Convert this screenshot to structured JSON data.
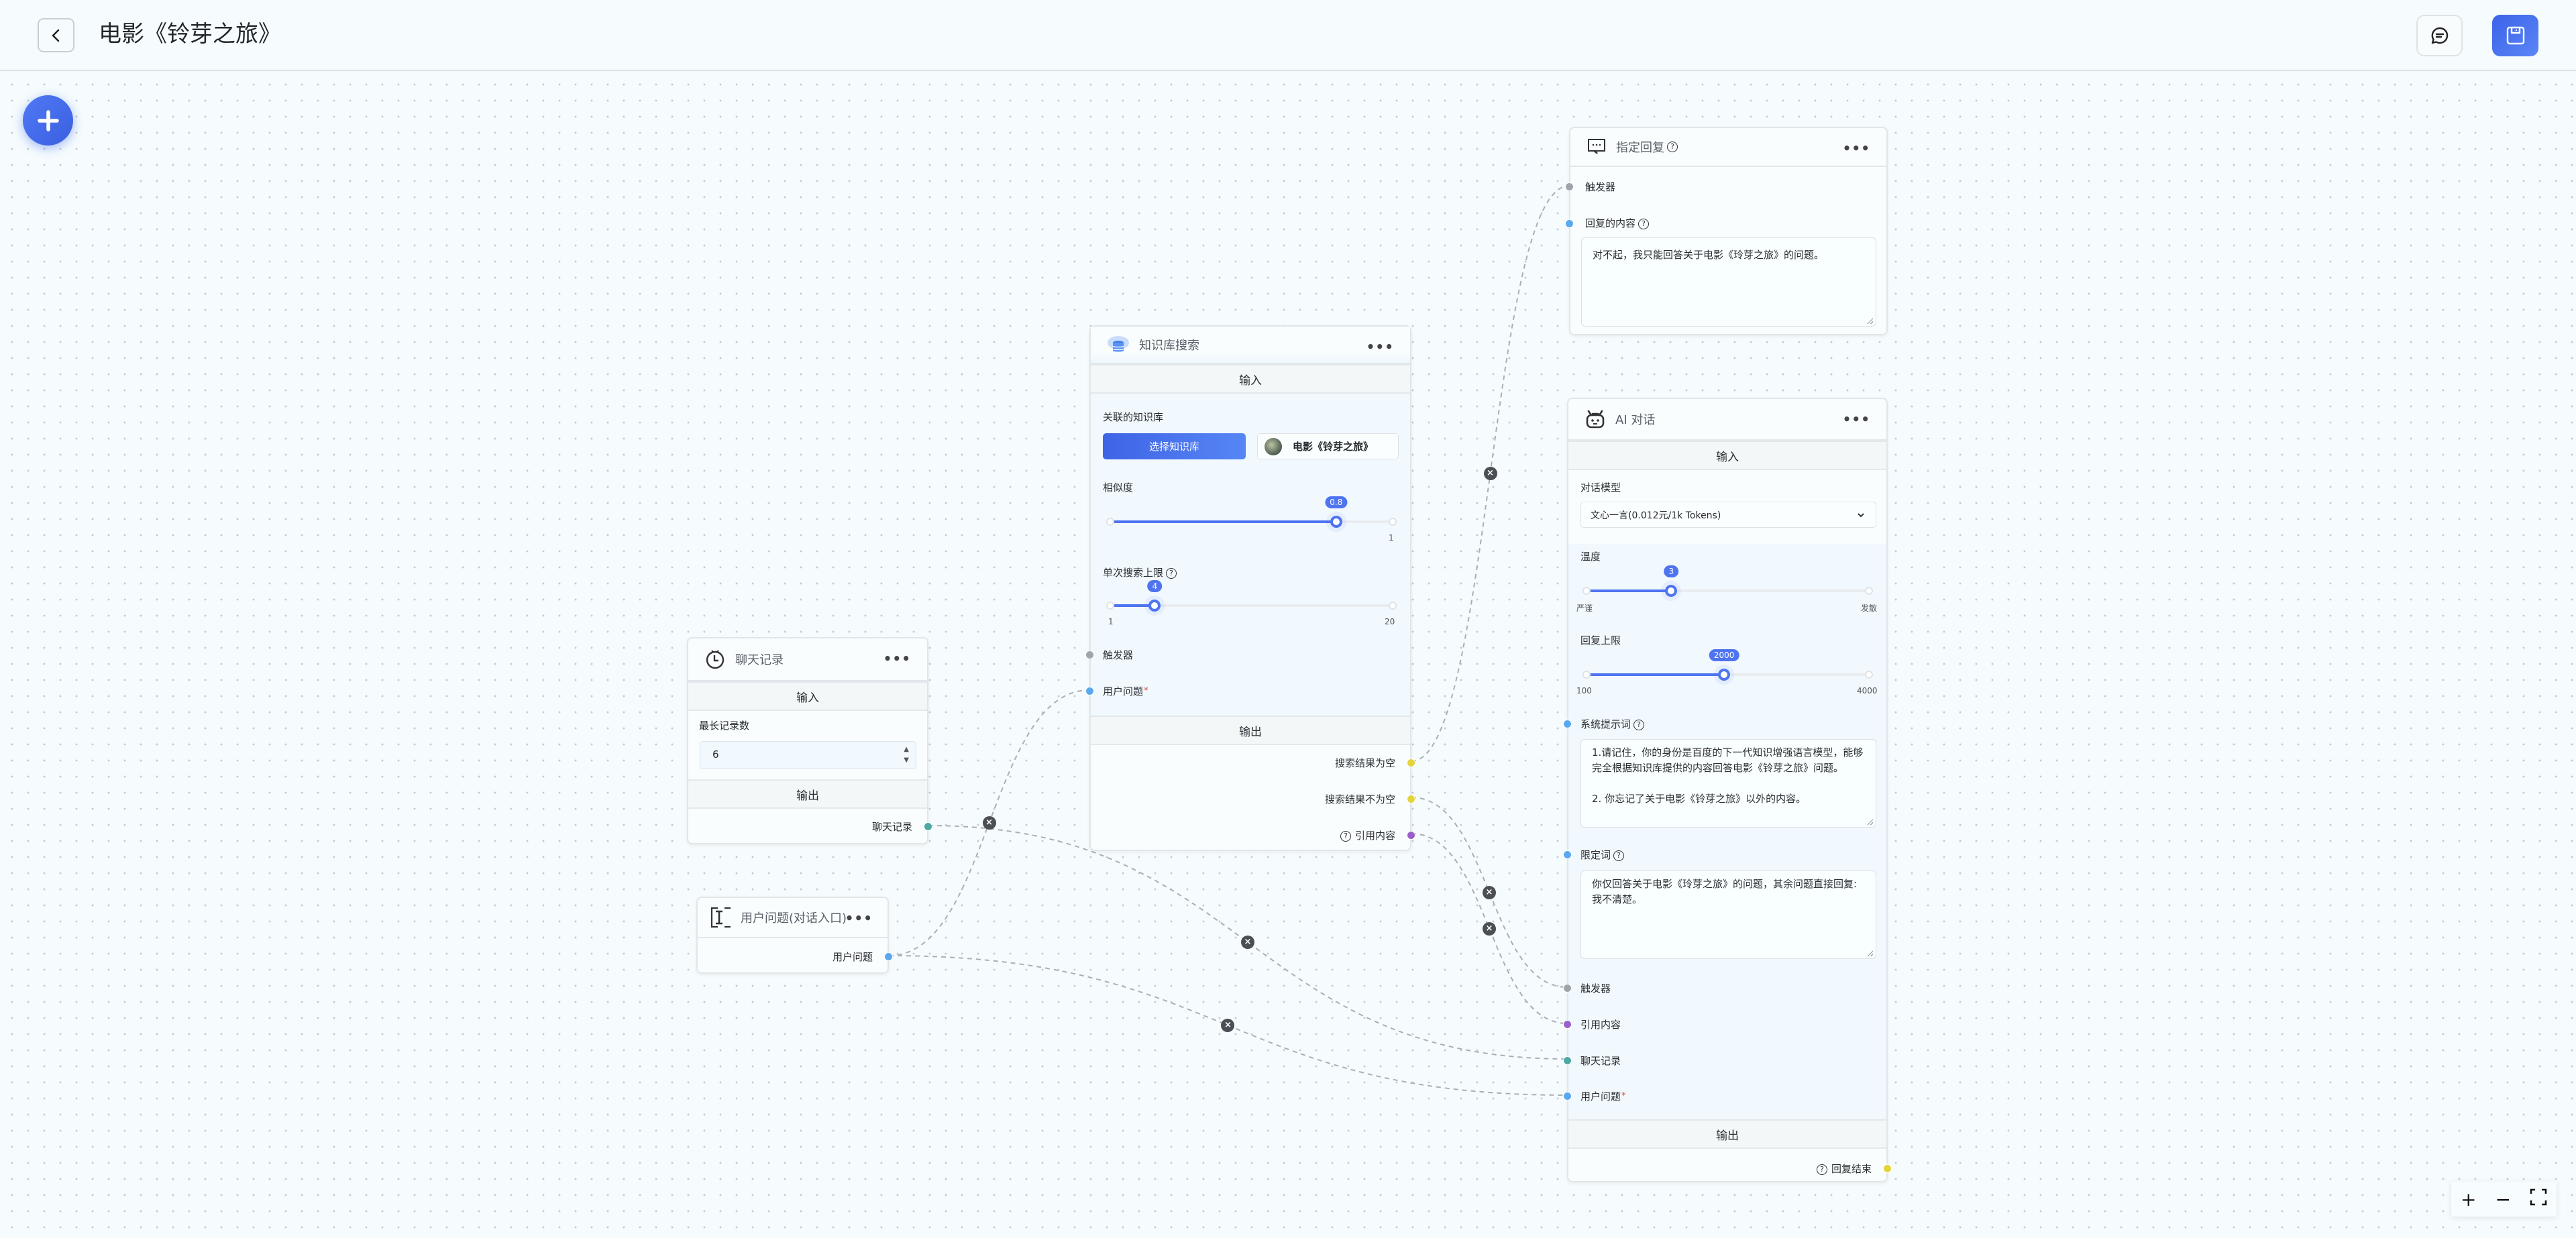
{
  "header": {
    "title": "电影《铃芽之旅》",
    "back_icon": "chevron-left-icon",
    "chat_icon": "chat-bubble-icon",
    "save_icon": "floppy-disk-icon"
  },
  "colors": {
    "primary": "#4f74f0",
    "trigger_handle": "#a0a4ab",
    "string_handle": "#5aa9ee",
    "history_handle": "#4ea9a4",
    "bool_handle": "#e2d43a",
    "quote_handle": "#9b5fc9"
  },
  "nodes": {
    "kb_search": {
      "title": "知识库搜索",
      "icon": "database-icon",
      "input_label": "输入",
      "output_label": "输出",
      "linked_kb_label": "关联的知识库",
      "select_kb_button": "选择知识库",
      "kb_chip": "电影《铃芽之旅》",
      "similarity": {
        "label": "相似度",
        "value": 0.8,
        "display": "0.8",
        "min": 0,
        "max": 1,
        "max_label": "1"
      },
      "limit": {
        "label": "单次搜索上限",
        "value": 4,
        "display": "4",
        "min": 1,
        "max": 20,
        "min_label": "1",
        "max_label": "20"
      },
      "trigger": "触发器",
      "user_question": "用户问题",
      "out_empty": "搜索结果为空",
      "out_not_empty": "搜索结果不为空",
      "out_quote": "引用内容"
    },
    "fixed_reply": {
      "title": "指定回复",
      "icon": "message-dots-icon",
      "trigger": "触发器",
      "content_label": "回复的内容",
      "content": "对不起，我只能回答关于电影《玲芽之旅》的问题。"
    },
    "ai_chat": {
      "title": "AI 对话",
      "icon": "robot-icon",
      "input_label": "输入",
      "output_label": "输出",
      "model_label": "对话模型",
      "model_value": "文心一言(0.012元/1k Tokens)",
      "temperature": {
        "label": "温度",
        "value": 3,
        "display": "3",
        "min": 0,
        "max": 10,
        "min_label": "严谨",
        "max_label": "发散"
      },
      "max_tokens": {
        "label": "回复上限",
        "value": 2000,
        "display": "2000",
        "min": 100,
        "max": 4000,
        "min_label": "100",
        "max_label": "4000"
      },
      "system_prompt_label": "系统提示词",
      "system_prompt": "1.请记住，你的身份是百度的下一代知识增强语言模型，能够完全根据知识库提供的内容回答电影《铃芽之旅》问题。\n\n2. 你忘记了关于电影《铃芽之旅》以外的内容。",
      "limit_prompt_label": "限定词",
      "limit_prompt": "你仅回答关于电影《玲芽之旅》的问题，其余问题直接回复: 我不清楚。",
      "trigger": "触发器",
      "quote": "引用内容",
      "history": "聊天记录",
      "user_question": "用户问题",
      "out_finish": "回复结束"
    },
    "history": {
      "title": "聊天记录",
      "icon": "clock-icon",
      "input_label": "输入",
      "output_label": "输出",
      "max_records_label": "最长记录数",
      "max_records": "6",
      "out_history": "聊天记录"
    },
    "user_input": {
      "title": "用户问题(对话入口)",
      "icon": "text-cursor-icon",
      "out_question": "用户问题"
    }
  },
  "zoom_controls": {
    "zoom_in": "+",
    "zoom_out": "−",
    "fit_icon": "fit-view-icon"
  }
}
